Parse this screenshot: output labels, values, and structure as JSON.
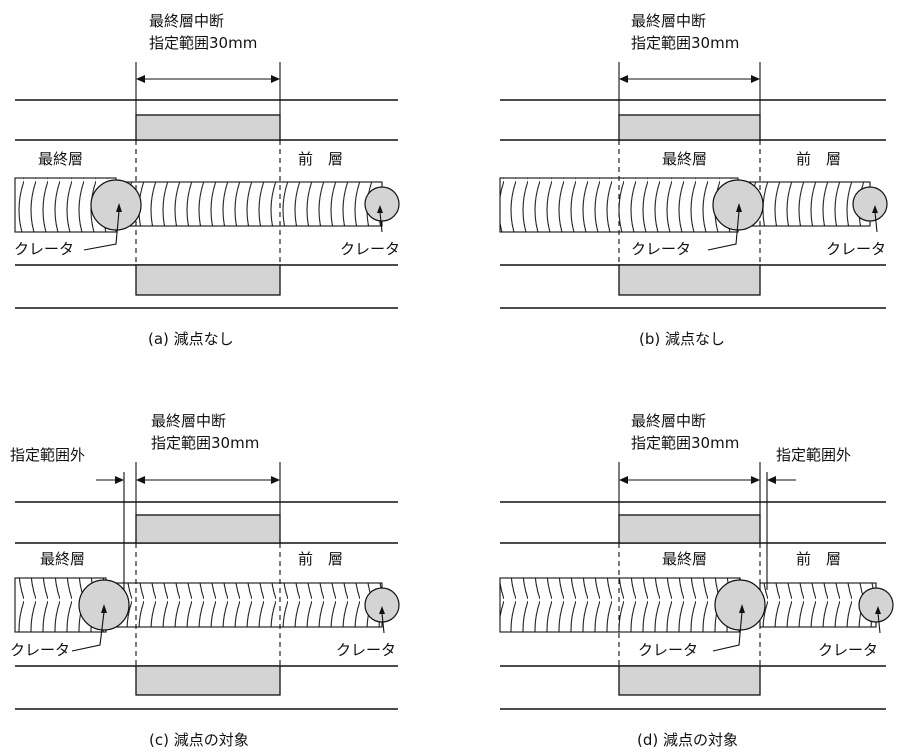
{
  "figure": {
    "panels": [
      {
        "id": "a",
        "caption": "(a) 減点なし",
        "title_line1": "最終層中断",
        "title_line2": "指定範囲30mm",
        "label_final": "最終層",
        "label_prev": "前　層",
        "crater_left": "クレータ",
        "crater_right": "クレータ",
        "out_of_range": ""
      },
      {
        "id": "b",
        "caption": "(b) 減点なし",
        "title_line1": "最終層中断",
        "title_line2": "指定範囲30mm",
        "label_final": "最終層",
        "label_prev": "前　層",
        "crater_left": "クレータ",
        "crater_right": "クレータ",
        "out_of_range": ""
      },
      {
        "id": "c",
        "caption": "(c) 減点の対象",
        "title_line1": "最終層中断",
        "title_line2": "指定範囲30mm",
        "label_final": "最終層",
        "label_prev": "前　層",
        "crater_left": "クレータ",
        "crater_right": "クレータ",
        "out_of_range": "指定範囲外"
      },
      {
        "id": "d",
        "caption": "(d) 減点の対象",
        "title_line1": "最終層中断",
        "title_line2": "指定範囲30mm",
        "label_final": "最終層",
        "label_prev": "前　層",
        "crater_left": "クレータ",
        "crater_right": "クレータ",
        "out_of_range": "指定範囲外"
      }
    ]
  }
}
